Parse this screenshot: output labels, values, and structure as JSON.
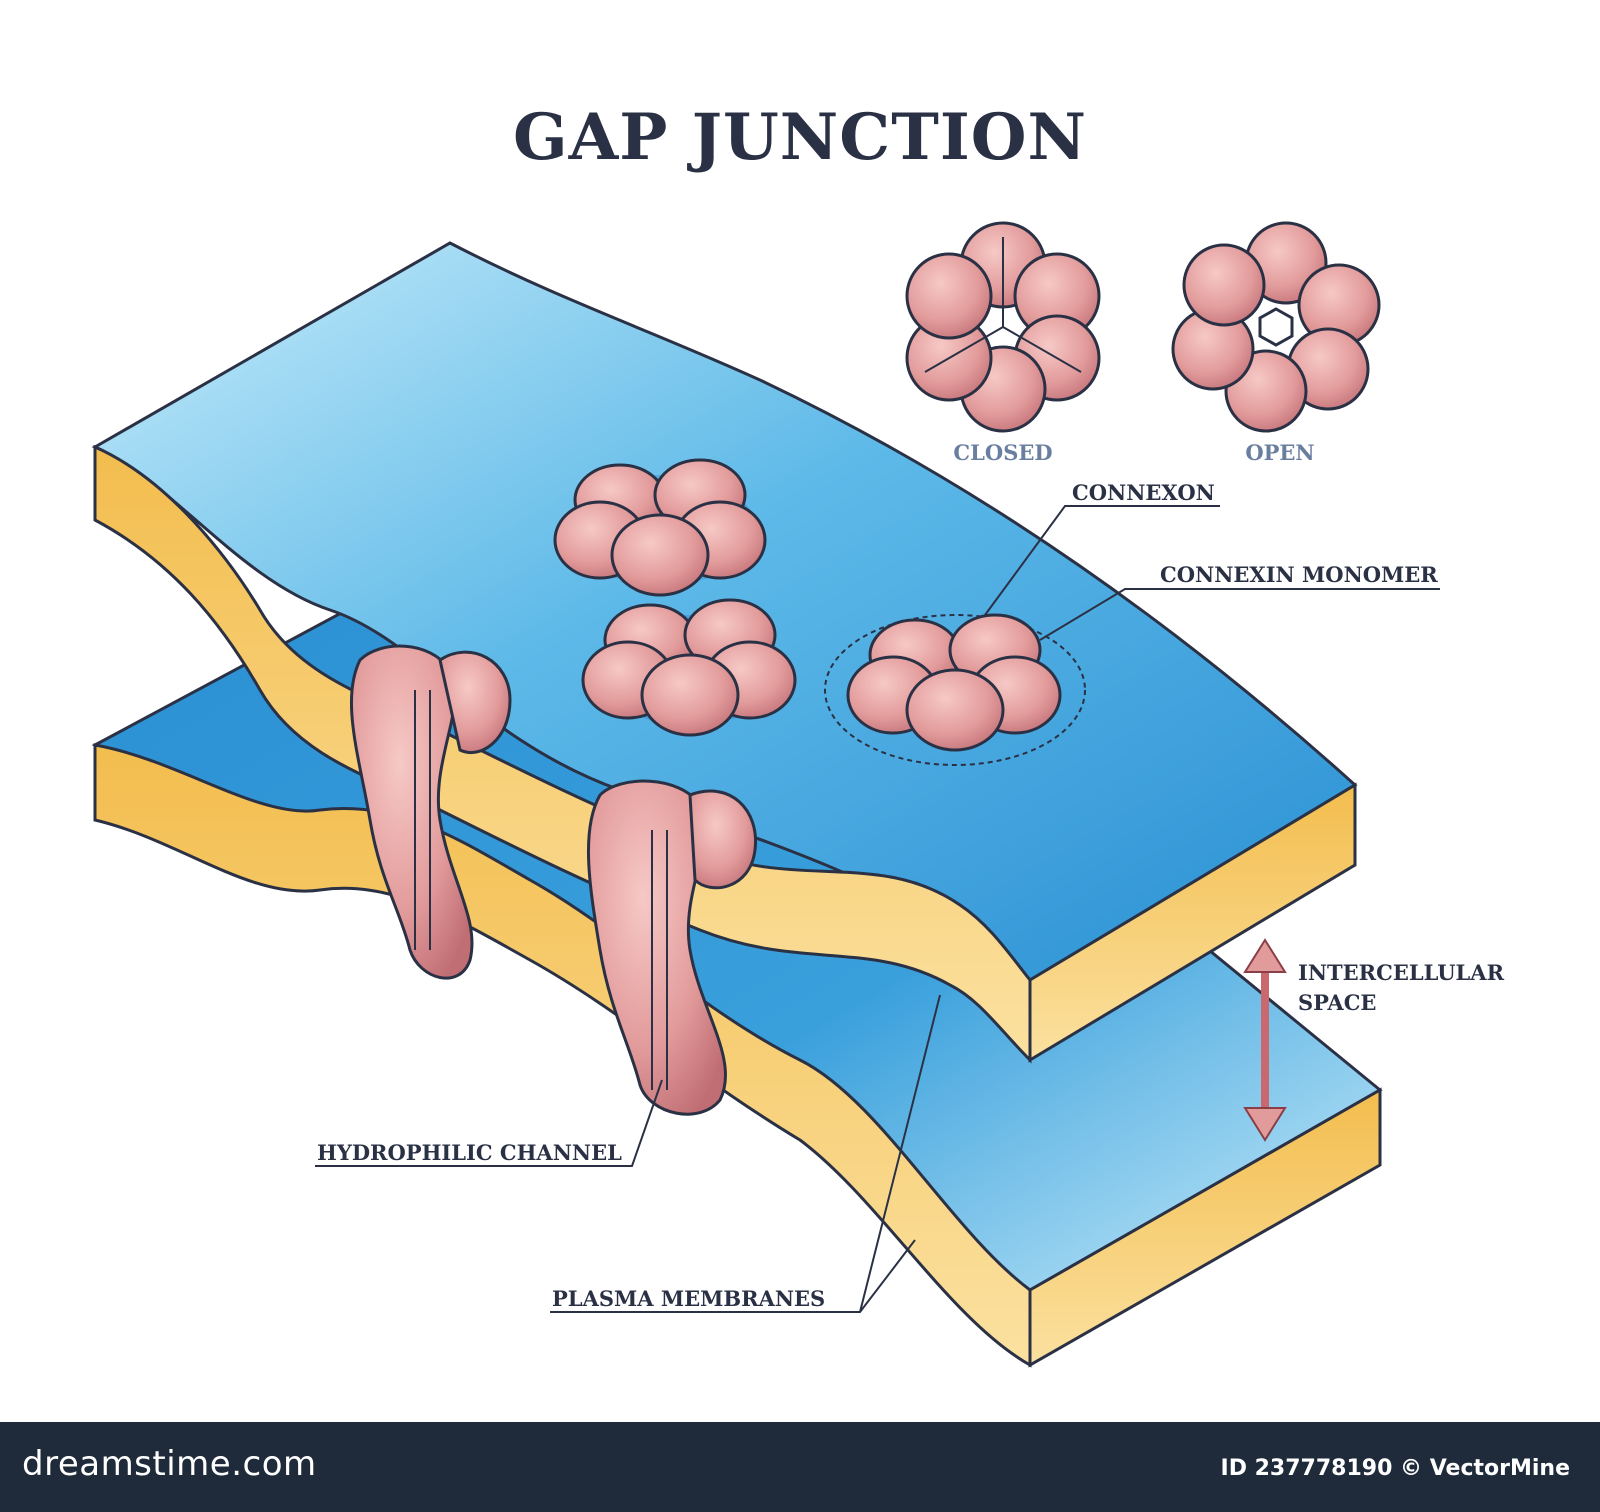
{
  "title": "GAP JUNCTION",
  "states": {
    "closed": "CLOSED",
    "open": "OPEN"
  },
  "labels": {
    "connexon": "CONNEXON",
    "connexin_monomer": "CONNEXIN MONOMER",
    "intercellular_space_line1": "INTERCELLULAR",
    "intercellular_space_line2": "SPACE",
    "hydrophilic_channel": "HYDROPHILIC CHANNEL",
    "plasma_membranes": "PLASMA MEMBRANES"
  },
  "footer": {
    "brand": "dreamstime.com",
    "id_text": "ID 237778190 © VectorMine"
  },
  "colors": {
    "membrane_blue": "#3aa0dc",
    "membrane_light": "#bfe6f7",
    "lipid_yellow": "#f6c760",
    "protein_pink": "#d98a8e",
    "outline": "#2b3145",
    "footer_bg": "#1f2b3a"
  }
}
